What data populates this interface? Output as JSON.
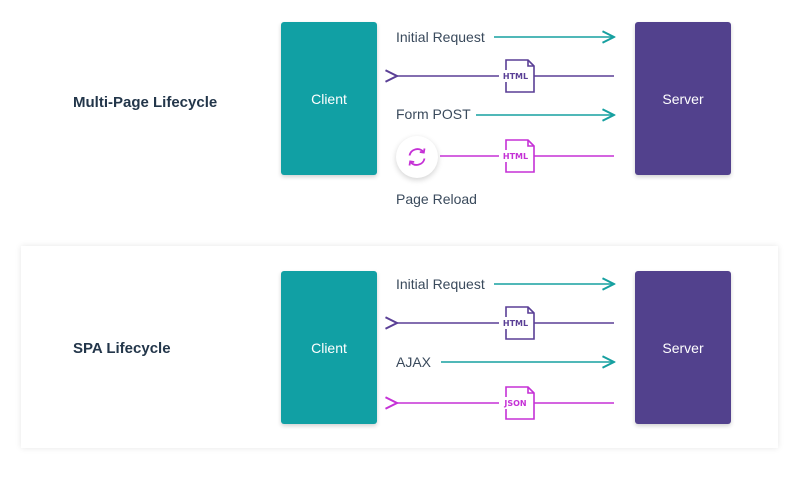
{
  "mpa": {
    "title": "Multi-Page Lifecycle",
    "client": "Client",
    "server": "Server",
    "initial_request": "Initial Request",
    "html_doc_1": "HTML",
    "form_post": "Form POST",
    "html_doc_2": "HTML",
    "page_reload": "Page Reload"
  },
  "spa": {
    "title": "SPA Lifecycle",
    "client": "Client",
    "server": "Server",
    "initial_request": "Initial Request",
    "html_doc": "HTML",
    "ajax": "AJAX",
    "json_doc": "JSON"
  },
  "colors": {
    "client": "#11a0a4",
    "server": "#52418d",
    "teal_arrow": "#16a0a0",
    "purple_arrow": "#5a3f96",
    "magenta_arrow": "#c531d6"
  }
}
